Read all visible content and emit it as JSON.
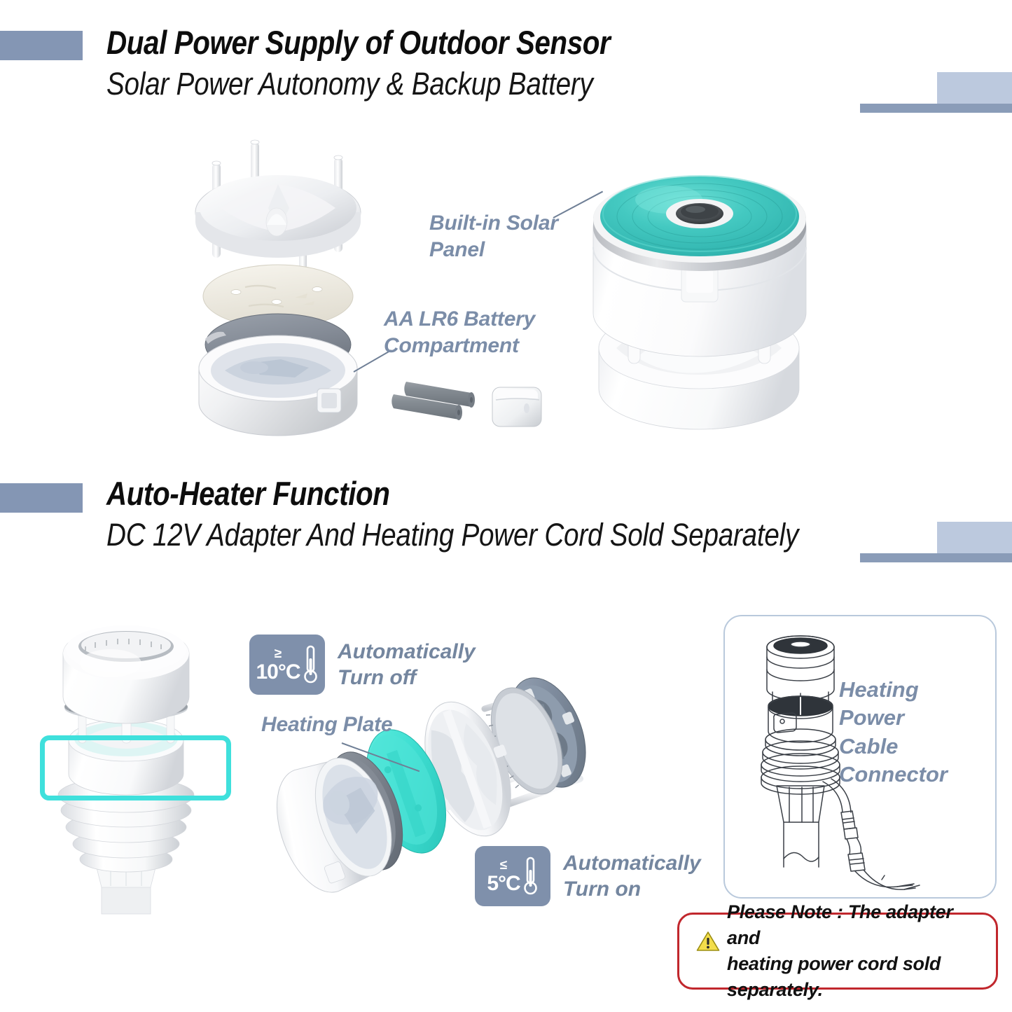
{
  "sections": [
    {
      "title": "Dual Power Supply of Outdoor Sensor",
      "subtitle": "Solar Power Autonomy & Backup Battery"
    },
    {
      "title": "Auto-Heater Function",
      "subtitle": "DC 12V Adapter And Heating Power Cord Sold Separately"
    }
  ],
  "callouts": {
    "solar_panel": "Built-in Solar\nPanel",
    "solar_panel_line1": "Built-in Solar",
    "solar_panel_line2": "Panel",
    "battery_line1": "AA LR6 Battery",
    "battery_line2": "Compartment",
    "heating_plate": "Heating Plate"
  },
  "badges": [
    {
      "comparator": "≥",
      "value": "10°C",
      "label_line1": "Automatically",
      "label_line2": "Turn off",
      "icon": "thermometer-icon"
    },
    {
      "comparator": "≤",
      "value": "5°C",
      "label_line1": "Automatically",
      "label_line2": "Turn on",
      "icon": "thermometer-icon"
    }
  ],
  "art_panel": {
    "label_lines": [
      "Heating",
      "Power",
      "Cable",
      "Connector"
    ],
    "border_color": "#b9c9dc"
  },
  "note": {
    "icon": "warning-triangle-icon",
    "line1": "Please Note : The adapter and",
    "line2": "heating power cord sold separately.",
    "border_color": "#c1272d",
    "icon_color": "#f5e04a"
  },
  "colors": {
    "accent_slate": "#7f90ab",
    "callout_text": "#7b8da8",
    "deco_dark": "#8496b4",
    "deco_light": "#bcc9de",
    "solar_teal": "#3fc9c2",
    "heater_teal": "#3fe0dc",
    "note_red": "#c1272d"
  }
}
